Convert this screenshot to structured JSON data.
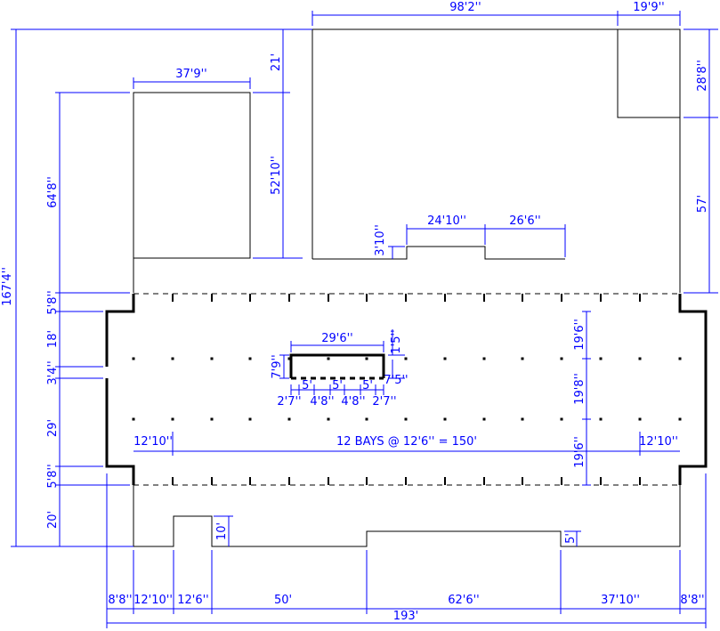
{
  "colors": {
    "dimension": "#0000ff",
    "outline": "#000000",
    "background": "#ffffff"
  },
  "dims": {
    "top_width": "98'2''",
    "top_right_width": "19'9''",
    "top_right_height": "28'8''",
    "right_lower": "57'",
    "top_gap": "21'",
    "left_bldg_width": "37'9''",
    "left_bldg_height": "52'10''",
    "left_outer": "64'8''",
    "overall_height": "167'4''",
    "notch_w1": "24'10''",
    "notch_w2": "26'6''",
    "notch_h": "3'10''",
    "fs_5_8_top": "5'8''",
    "fs_18": "18'",
    "fs_3_4": "3'4''",
    "fs_29": "29'",
    "fs_5_8_bottom": "5'8''",
    "fs_20": "20'",
    "cut_29_6": "29'6''",
    "cut_1_5": "1'5''",
    "cut_7_9": "7'9''",
    "cut_7_5": "7'5''",
    "sub_5a": "5'",
    "sub_5b": "5'",
    "sub_5c": "5'",
    "sub_2_7a": "2'7''",
    "sub_4_8a": "4'8''",
    "sub_4_8b": "4'8''",
    "sub_2_7b": "2'7''",
    "right_19_6_top": "19'6''",
    "right_19_8": "19'8''",
    "right_19_6_bottom": "19'6''",
    "bay_left": "12'10''",
    "bay_text": "12 BAYS @ 12'6'' = 150'",
    "bay_right": "12'10''",
    "bump_10": "10'",
    "bump_5": "5'",
    "bot_8_8_l": "8'8''",
    "bot_12_10": "12'10''",
    "bot_12_6": "12'6''",
    "bot_50": "50'",
    "bot_62_6": "62'6''",
    "bot_37_10": "37'10''",
    "bot_8_8_r": "8'8''",
    "bot_total": "193'"
  }
}
